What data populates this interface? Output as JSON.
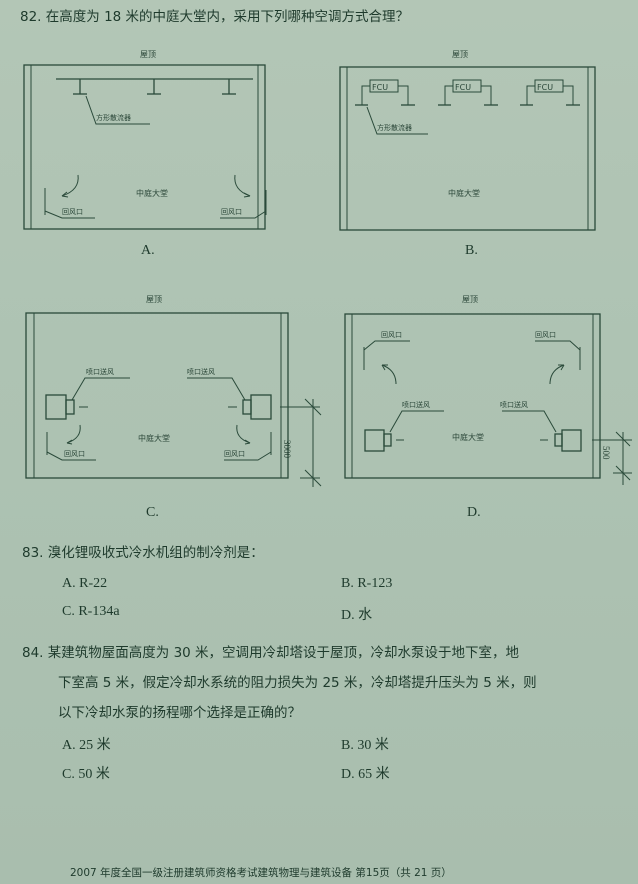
{
  "q82": {
    "number": "82.",
    "text": "在高度为 18 米的中庭大堂内，采用下列哪种空调方式合理？",
    "diagrams": {
      "A": {
        "letter": "A.",
        "roof": "屋顶",
        "diffuser": "方形散流器",
        "hall": "中庭大堂",
        "return_left": "回风口",
        "return_right": "回风口"
      },
      "B": {
        "letter": "B.",
        "roof": "屋顶",
        "fcu1": "FCU",
        "fcu2": "FCU",
        "fcu3": "FCU",
        "diffuser": "方形散流器",
        "hall": "中庭大堂"
      },
      "C": {
        "letter": "C.",
        "roof": "屋顶",
        "nozzle_left": "喷口送风",
        "nozzle_right": "喷口送风",
        "hall": "中庭大堂",
        "return_left": "回风口",
        "return_right": "回风口",
        "dimension": "3000"
      },
      "D": {
        "letter": "D.",
        "roof": "屋顶",
        "return_left": "回风口",
        "return_right": "回风口",
        "nozzle_left": "喷口送风",
        "nozzle_right": "喷口送风",
        "hall": "中庭大堂",
        "dimension": "500"
      }
    }
  },
  "q83": {
    "number": "83.",
    "text": "溴化锂吸收式冷水机组的制冷剂是：",
    "options": {
      "A": "A. R-22",
      "B": "B. R-123",
      "C": "C. R-134a",
      "D": "D. 水"
    }
  },
  "q84": {
    "number": "84.",
    "line1": "某建筑物屋面高度为 30 米，空调用冷却塔设于屋顶，冷却水泵设于地下室，地",
    "line2": "下室高 5 米，假定冷却水系统的阻力损失为 25 米，冷却塔提升压头为 5 米，则",
    "line3": "以下冷却水泵的扬程哪个选择是正确的？",
    "options": {
      "A": "A. 25 米",
      "B": "B. 30 米",
      "C": "C. 50 米",
      "D": "D. 65 米"
    }
  },
  "footer": {
    "text": "2007 年度全国一级注册建筑师资格考试建筑物理与建筑设备  第15页（共 21 页）"
  }
}
